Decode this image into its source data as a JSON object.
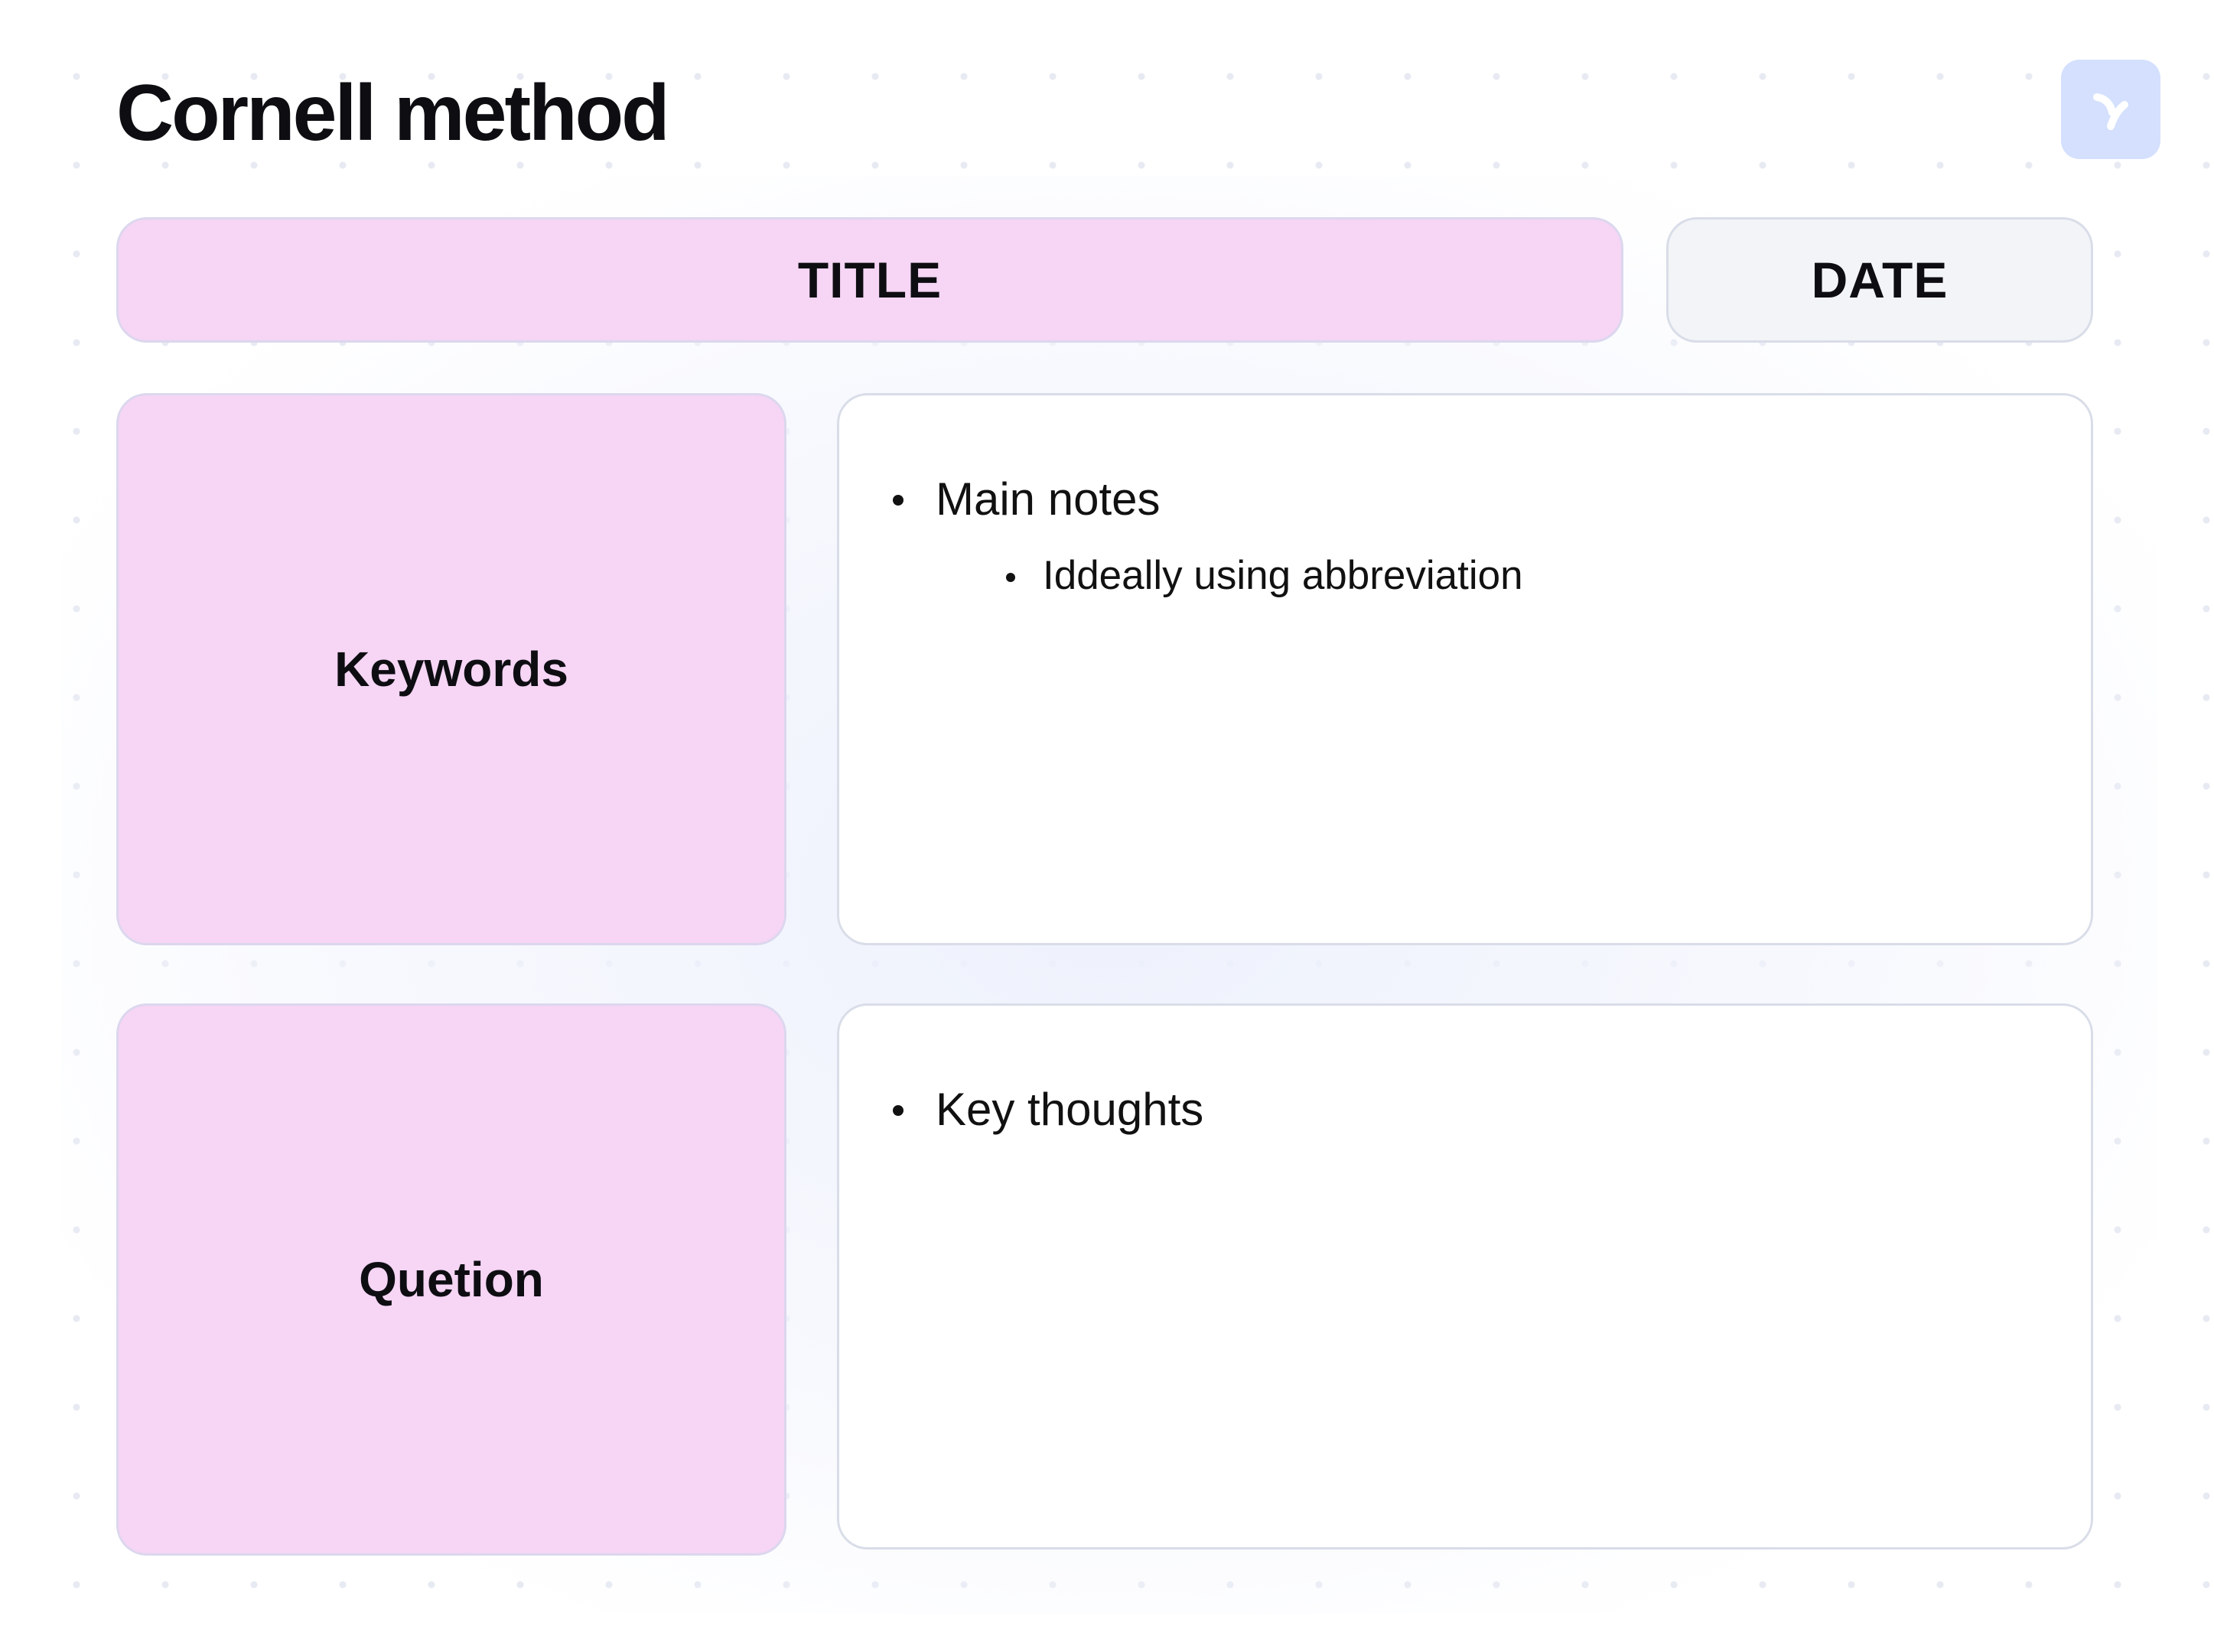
{
  "page": {
    "title": "Cornell method"
  },
  "header": {
    "title_field": "TITLE",
    "date_field": "DATE"
  },
  "sections": {
    "keywords": "Keywords",
    "question": "Quetion"
  },
  "notes": {
    "items": [
      {
        "text": "Main notes",
        "level": 1
      },
      {
        "text": "Iddeally using abbreviation",
        "level": 2
      }
    ]
  },
  "summary": {
    "items": [
      {
        "text": "Key thoughts",
        "level": 1
      }
    ]
  },
  "logo": {
    "icon": "app-logo-icon"
  },
  "colors": {
    "pink_card": "#f6d5f5",
    "date_card": "#f3f4f8",
    "logo_bg": "#d4e0fd",
    "border": "#d9dde8"
  }
}
